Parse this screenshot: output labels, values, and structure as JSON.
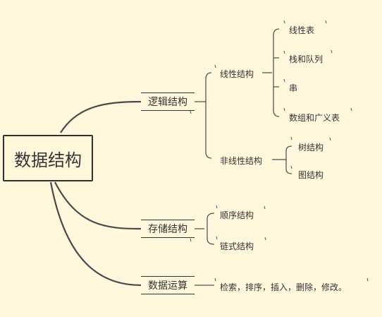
{
  "root": {
    "label": "数据结构"
  },
  "branches": {
    "logic": {
      "label": "逻辑结构",
      "linear": {
        "label": "线性结构",
        "items": [
          "线性表",
          "栈和队列",
          "串",
          "数组和广义表"
        ]
      },
      "nonlinear": {
        "label": "非线性结构",
        "items": [
          "树结构",
          "图结构"
        ]
      }
    },
    "storage": {
      "label": "存储结构",
      "items": [
        "顺序结构",
        "链式结构"
      ]
    },
    "ops": {
      "label": "数据运算",
      "desc": "检索，排序，插入，删除，修改。"
    }
  },
  "colors": {
    "background": "#fff7dc",
    "line": "#4a4a4a"
  }
}
